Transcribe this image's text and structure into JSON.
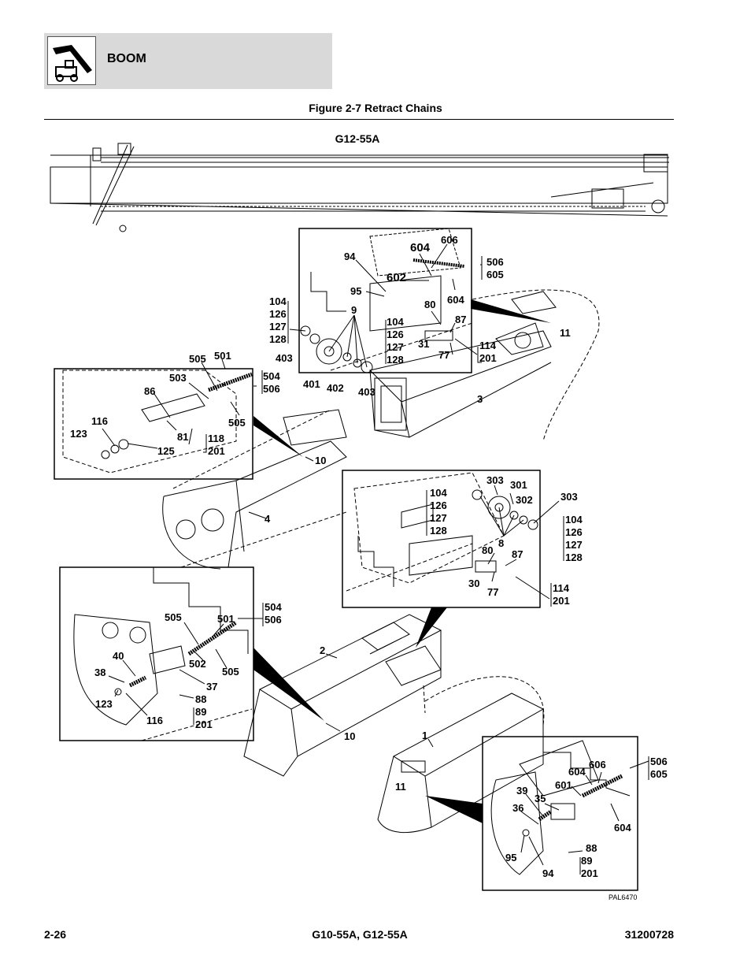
{
  "header": {
    "section": "BOOM"
  },
  "figure": {
    "title": "Figure 2-7 Retract Chains",
    "model": "G12-55A",
    "code": "PAL6470"
  },
  "callouts": [
    {
      "t": "606"
    },
    {
      "t": "604"
    },
    {
      "t": "94"
    },
    {
      "t": "602"
    },
    {
      "t": "506\n605"
    },
    {
      "t": "95"
    },
    {
      "t": "604"
    },
    {
      "t": "104\n126\n127\n128"
    },
    {
      "t": "9"
    },
    {
      "t": "80"
    },
    {
      "t": "87"
    },
    {
      "t": "104\n126\n127\n128"
    },
    {
      "t": "31"
    },
    {
      "t": "77"
    },
    {
      "t": "114\n201"
    },
    {
      "t": "11"
    },
    {
      "t": "403"
    },
    {
      "t": "401"
    },
    {
      "t": "402"
    },
    {
      "t": "403"
    },
    {
      "t": "3"
    },
    {
      "t": "505"
    },
    {
      "t": "501"
    },
    {
      "t": "503"
    },
    {
      "t": "504\n506"
    },
    {
      "t": "86"
    },
    {
      "t": "505"
    },
    {
      "t": "116"
    },
    {
      "t": "123"
    },
    {
      "t": "81"
    },
    {
      "t": "118\n201"
    },
    {
      "t": "125"
    },
    {
      "t": "10"
    },
    {
      "t": "4"
    },
    {
      "t": "303"
    },
    {
      "t": "301"
    },
    {
      "t": "104\n126\n127\n128"
    },
    {
      "t": "302"
    },
    {
      "t": "303"
    },
    {
      "t": "104\n126\n127\n128"
    },
    {
      "t": "8"
    },
    {
      "t": "80"
    },
    {
      "t": "87"
    },
    {
      "t": "30"
    },
    {
      "t": "77"
    },
    {
      "t": "114\n201"
    },
    {
      "t": "505"
    },
    {
      "t": "501"
    },
    {
      "t": "504\n506"
    },
    {
      "t": "40"
    },
    {
      "t": "502"
    },
    {
      "t": "505"
    },
    {
      "t": "38"
    },
    {
      "t": "37"
    },
    {
      "t": "123"
    },
    {
      "t": "88"
    },
    {
      "t": "89\n201"
    },
    {
      "t": "116"
    },
    {
      "t": "10"
    },
    {
      "t": "2"
    },
    {
      "t": "1"
    },
    {
      "t": "506\n605"
    },
    {
      "t": "606"
    },
    {
      "t": "604"
    },
    {
      "t": "601"
    },
    {
      "t": "11"
    },
    {
      "t": "39"
    },
    {
      "t": "35"
    },
    {
      "t": "36"
    },
    {
      "t": "604"
    },
    {
      "t": "88"
    },
    {
      "t": "95"
    },
    {
      "t": "89\n201"
    },
    {
      "t": "94"
    }
  ],
  "footer": {
    "page": "2-26",
    "models": "G10-55A, G12-55A",
    "doc": "31200728"
  }
}
